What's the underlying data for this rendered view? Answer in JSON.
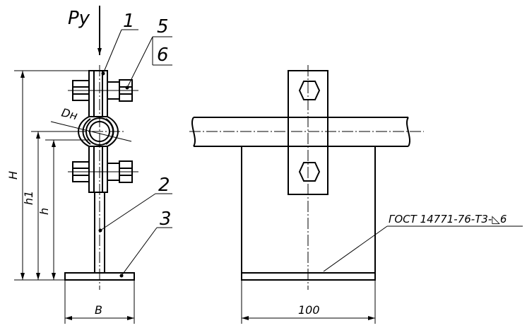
{
  "labels": {
    "force": "Py",
    "part1": "1",
    "part2": "2",
    "part3": "3",
    "part5": "5",
    "part6": "6",
    "diameter": "Dн",
    "height_total": "H",
    "height_h1": "h1",
    "height_h": "h",
    "width_b": "B",
    "width_100": "100",
    "weld_note": "ГОСТ 14771-76-Т3-◺6"
  }
}
